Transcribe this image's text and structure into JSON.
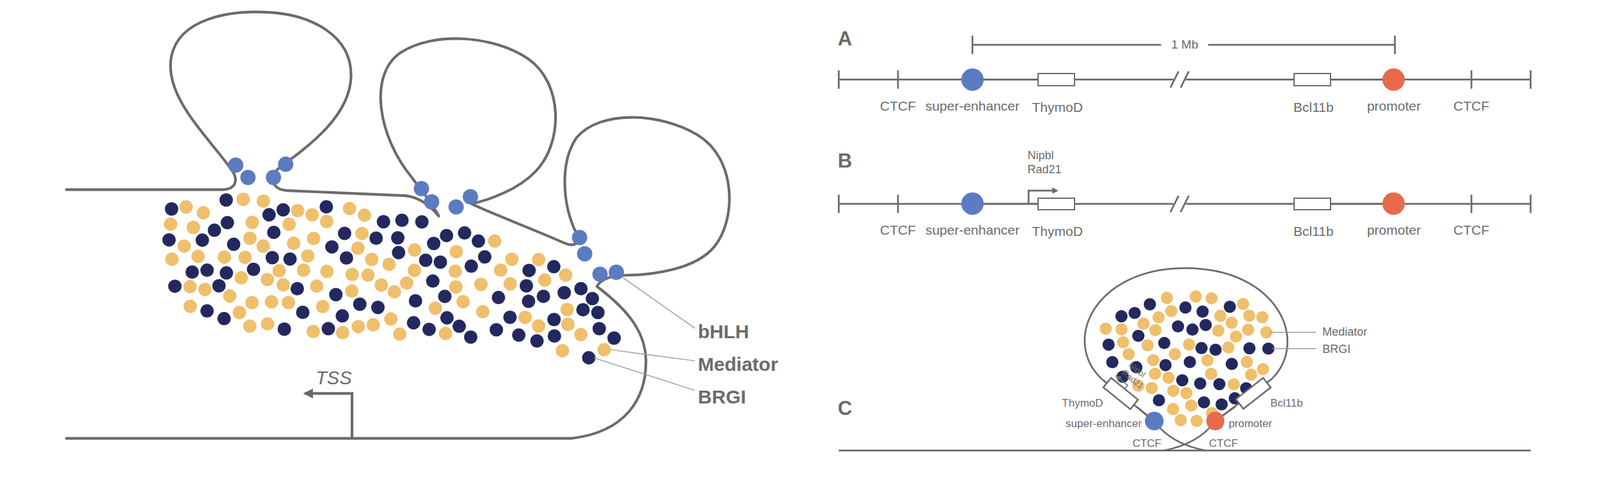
{
  "diagram": {
    "nodes": [
      {
        "text": [
          "super-enhancer"
        ]
      },
      {
        "text": [
          "ThymoD"
        ]
      },
      {
        "text": [
          "Bcl11b"
        ]
      },
      {
        "text": [
          "promoter"
        ]
      },
      {
        "text": [
          "super-enhancer"
        ]
      },
      {
        "text": [
          "ThymoD"
        ]
      },
      {
        "text": [
          "Bcl11b"
        ]
      },
      {
        "text": [
          "promoter"
        ]
      },
      {
        "text": [
          "ThymoD"
        ]
      },
      {
        "text": [
          "super-enhancer"
        ]
      },
      {
        "text": [
          "Bcl11b"
        ]
      },
      {
        "text": [
          "promoter"
        ]
      }
    ],
    "edges": [
      {
        "from": 0,
        "to": 1,
        "arrow": "none"
      },
      {
        "from": 2,
        "to": 3,
        "arrow": "none"
      },
      {
        "from": 4,
        "to": 5,
        "arrow": "none"
      },
      {
        "from": 6,
        "to": 7,
        "arrow": "none"
      },
      {
        "from": 9,
        "to": 8,
        "arrow": "none"
      },
      {
        "from": 10,
        "to": 11,
        "arrow": "none"
      }
    ],
    "labels": [
      "bHLH",
      "Mediator",
      "BRGI",
      "TSS",
      "A",
      "1 Mb",
      "CTCF",
      "CTCF",
      "B",
      "Nipbl Rad21",
      "CTCF",
      "CTCF",
      "C",
      "Mediator",
      "BRGI",
      "Nipbl Rad21",
      "CTCF",
      "CTCF"
    ]
  }
}
